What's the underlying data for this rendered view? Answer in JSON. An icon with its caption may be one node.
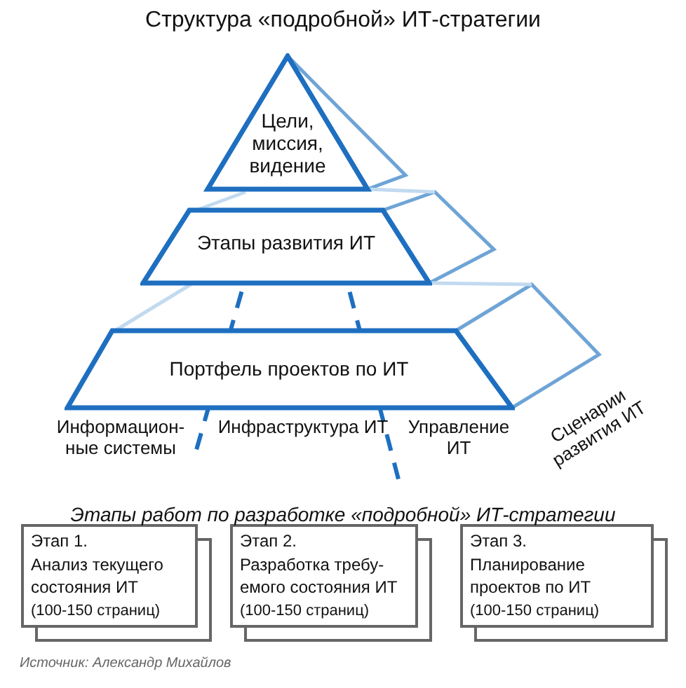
{
  "diagram": {
    "title": "Структура «подробной» ИТ-стратегии",
    "nodes": [
      {
        "text": [
          "Цели, миссия, видение"
        ]
      },
      {
        "text": [
          "Этапы развития ИТ"
        ]
      },
      {
        "text": [
          "Портфель проектов по ИТ"
        ]
      },
      {
        "text": [
          "Этап 1.",
          "Анализ текущего состояния ИТ",
          "(100-150 страниц)"
        ]
      },
      {
        "text": [
          "Этап 2.",
          "Разработка требу- емого состояния ИТ",
          "(100-150 страниц)"
        ]
      },
      {
        "text": [
          "Этап 3.",
          "Планирование проектов по ИТ",
          "(100-150 страниц)"
        ]
      }
    ],
    "labels": [
      "Информацион- ные системы",
      "Инфраструктура ИТ",
      "Управление ИТ",
      "Сценарии развития ИТ",
      "Этапы работ по разработке «подробной» ИТ-стратегии"
    ],
    "caption": "Источник: Александр Михайлов"
  }
}
